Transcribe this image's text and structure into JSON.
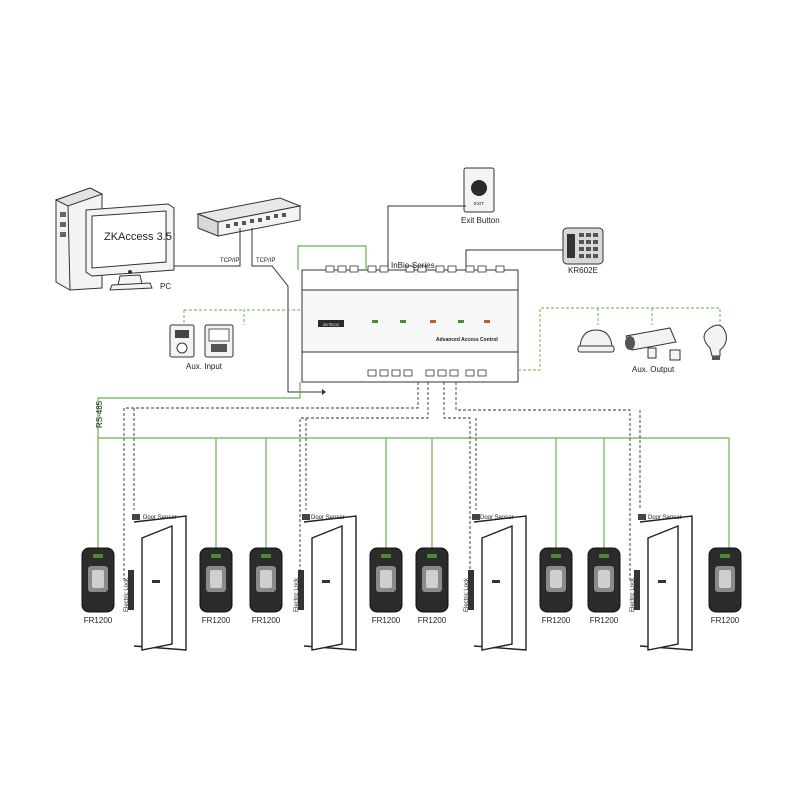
{
  "pc": {
    "screen_text": "ZKAccess 3.5",
    "label": "PC"
  },
  "network": {
    "link1": "TCP/IP",
    "link2": "TCP/IP"
  },
  "controller": {
    "series_label": "InBio-Series",
    "brand_text": "ZKTECO",
    "panel_text": "Advanced Access Control"
  },
  "exit_button": {
    "face_text": "EXIT",
    "label": "Exit Button"
  },
  "keypad": {
    "label": "KR602E"
  },
  "aux_input": {
    "label": "Aux. Input"
  },
  "aux_output": {
    "label": "Aux. Output"
  },
  "bus": {
    "label": "RS-485"
  },
  "doors": [
    {
      "sensor_label": "Door Sensor",
      "lock_label": "Electric Lock"
    },
    {
      "sensor_label": "Door Sensor",
      "lock_label": "Electric Lock"
    },
    {
      "sensor_label": "Door Sensor",
      "lock_label": "Electric Lock"
    },
    {
      "sensor_label": "Door Sensor",
      "lock_label": "Electric Lock"
    }
  ],
  "readers": [
    {
      "label": "FR1200"
    },
    {
      "label": "FR1200"
    },
    {
      "label": "FR1200"
    },
    {
      "label": "FR1200"
    },
    {
      "label": "FR1200"
    },
    {
      "label": "FR1200"
    },
    {
      "label": "FR1200"
    },
    {
      "label": "FR1200"
    }
  ],
  "colors": {
    "rs485_line": "#6ab04c",
    "control_line": "#333333",
    "device_fill": "#f3f3f3"
  }
}
